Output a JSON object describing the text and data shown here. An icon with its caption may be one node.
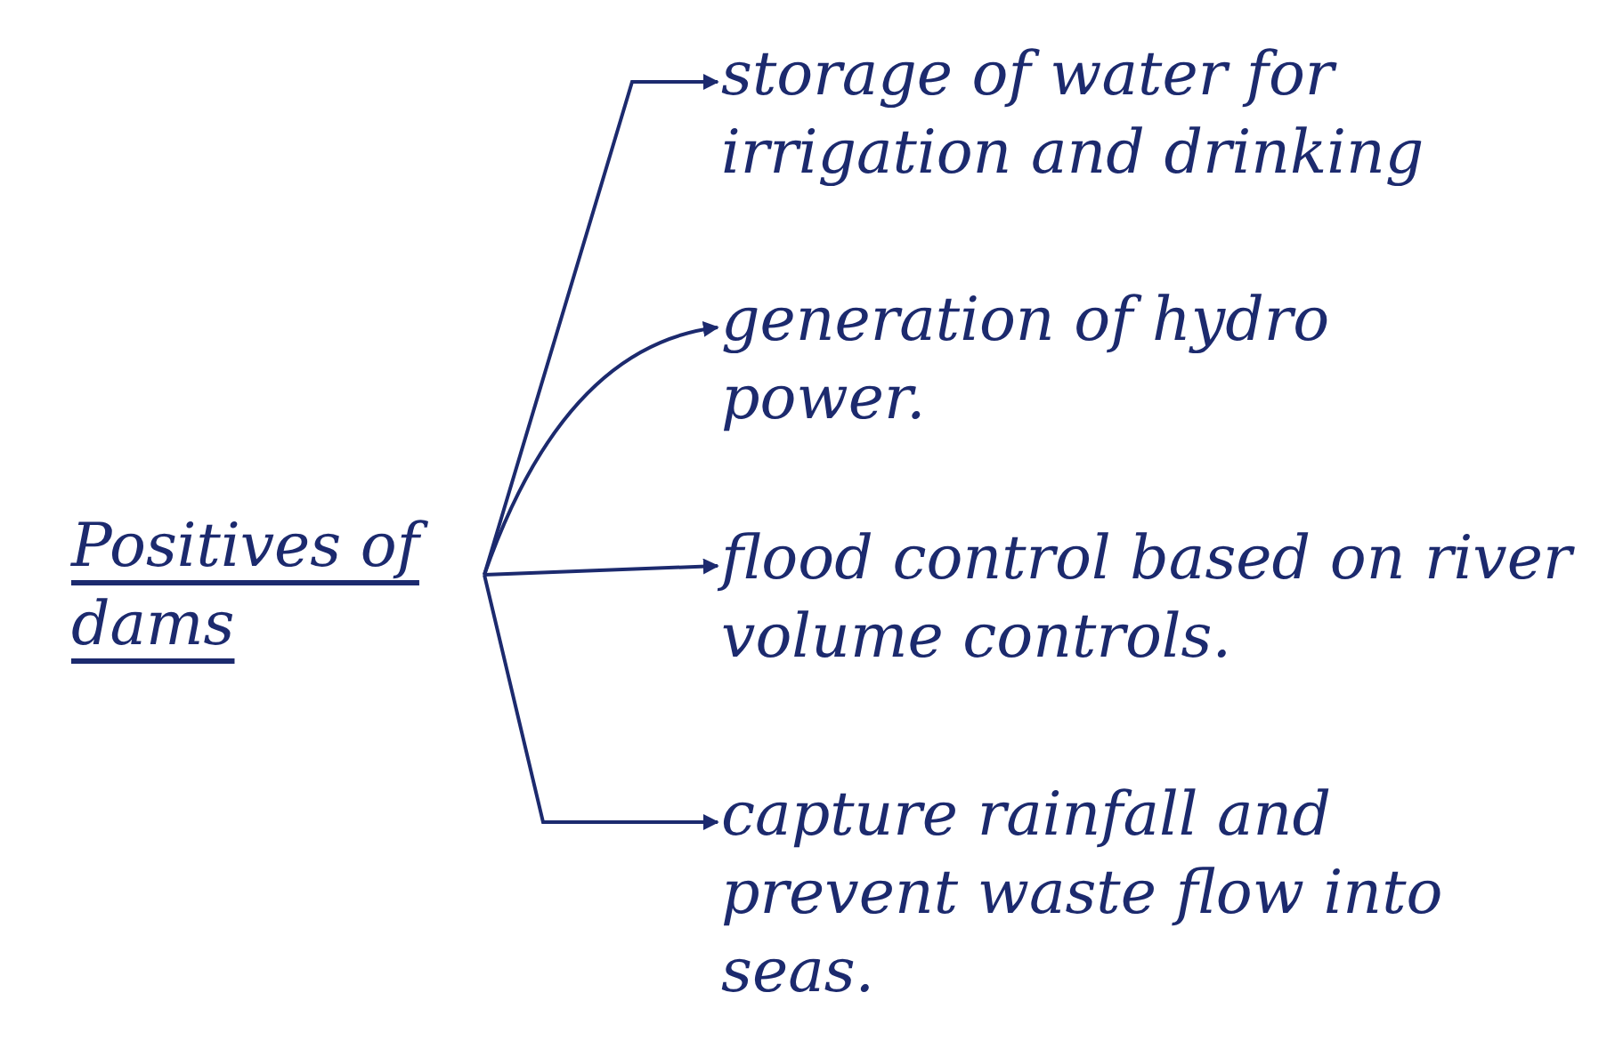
{
  "diagram": {
    "nodes": [
      {
        "text": [
          "Positives of dams"
        ]
      },
      {
        "text": [
          "storage of water for irrigation and drinking"
        ]
      },
      {
        "text": [
          "generation of hydro power."
        ]
      },
      {
        "text": [
          "flood control based on river volume controls."
        ]
      },
      {
        "text": [
          "capture rainfall and prevent waste flow into seas."
        ]
      }
    ],
    "edges": [
      {
        "from": 0,
        "to": 1,
        "arrow": "to"
      },
      {
        "from": 0,
        "to": 2,
        "arrow": "to"
      },
      {
        "from": 0,
        "to": 3,
        "arrow": "to"
      },
      {
        "from": 0,
        "to": 4,
        "arrow": "to"
      }
    ]
  }
}
